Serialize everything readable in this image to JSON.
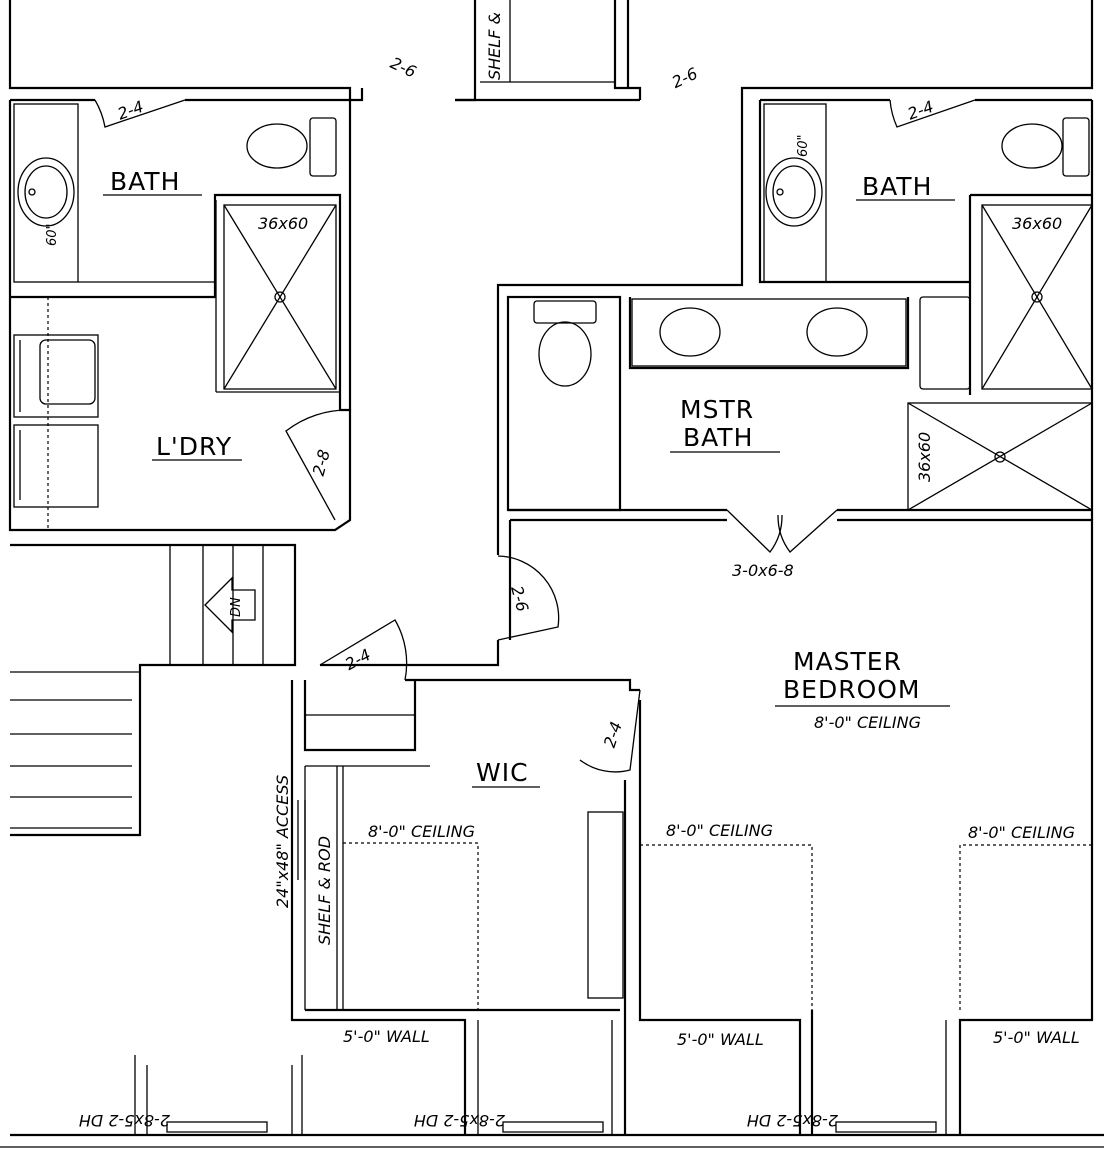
{
  "rooms": {
    "bath_left": "BATH",
    "bath_right": "BATH",
    "laundry": "L'DRY",
    "master_bath": "MSTR BATH",
    "master_bath_line1": "MSTR",
    "master_bath_line2": "BATH",
    "master_bedroom_line1": "MASTER",
    "master_bedroom_line2": "BEDROOM",
    "master_bedroom_ceiling": "8'-0\" CEILING",
    "wic": "WIC"
  },
  "doors": {
    "d_top_left": "2-6",
    "d_top_right": "2-6",
    "d_bath_left": "2-4",
    "d_bath_right": "2-4",
    "d_laundry": "2-8",
    "d_hall": "2-6",
    "d_closet": "2-4",
    "d_wic": "2-4",
    "d_master_bath": "3-0x6-8"
  },
  "fixtures": {
    "shower_left": "36x60",
    "shower_right": "36x60",
    "shower_master": "36x60",
    "vanity_left": "60\"",
    "vanity_right": "60\"",
    "shelf_top": "SHELF &",
    "shelf_rod": "SHELF & ROD",
    "attic_access": "24\"x48\" ACCESS",
    "stair_dn": "DN"
  },
  "ceilings": {
    "wic": "8'-0\" CEILING",
    "mid": "8'-0\" CEILING",
    "right": "8'-0\" CEILING"
  },
  "walls": {
    "wall_left": "5'-0\" WALL",
    "wall_mid": "5'-0\" WALL",
    "wall_right": "5'-0\" WALL"
  },
  "windows": {
    "win_left": "2-8x5-2 DH",
    "win_mid": "2-8x5-2 DH",
    "win_right": "2-8x5-2 DH"
  }
}
